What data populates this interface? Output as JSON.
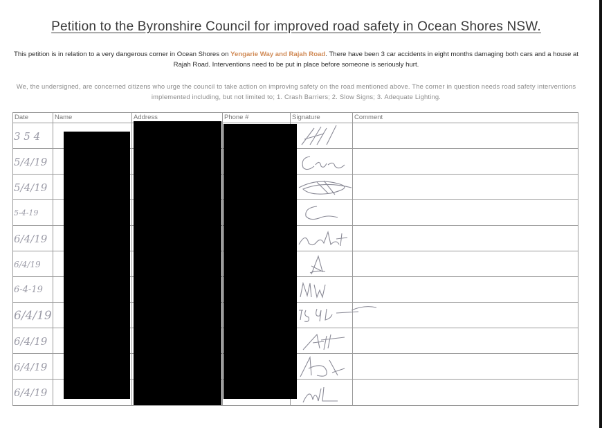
{
  "document": {
    "title": "Petition to the Byronshire Council for improved road safety in Ocean Shores NSW.",
    "intro": {
      "before": "This petition is in relation to a very dangerous corner in Ocean Shores on ",
      "roads": "Yengarie Way and Rajah Road",
      "after": ". There have been 3 car accidents in eight months damaging both cars and a house at  Rajah Road. Interventions need to be put in place before someone is seriously hurt."
    },
    "pledge": "We, the undersigned, are concerned citizens who urge the council to take action on improving safety on the road mentioned above. The corner in question needs road safety interventions implemented including, but not limited to; 1. Crash Barriers; 2. Slow Signs; 3. Adequate Lighting."
  },
  "table": {
    "headers": {
      "date": "Date",
      "name": "Name",
      "address": "Address",
      "phone": "Phone #",
      "signature": "Signature",
      "comment": "Comment"
    },
    "rows": [
      {
        "date": "3 5 4"
      },
      {
        "date": "5/4/19"
      },
      {
        "date": "5/4/19"
      },
      {
        "date": "5-4-19"
      },
      {
        "date": "6/4/19"
      },
      {
        "date": "6/4/19"
      },
      {
        "date": "6-4-19"
      },
      {
        "date": "6/4/19"
      },
      {
        "date": "6/4/19"
      },
      {
        "date": "6/4/19"
      },
      {
        "date": "6/4/19"
      }
    ]
  },
  "colors": {
    "road_highlight": "#d08a55",
    "redaction": "#000000",
    "handwriting": "#9a9aa6"
  }
}
